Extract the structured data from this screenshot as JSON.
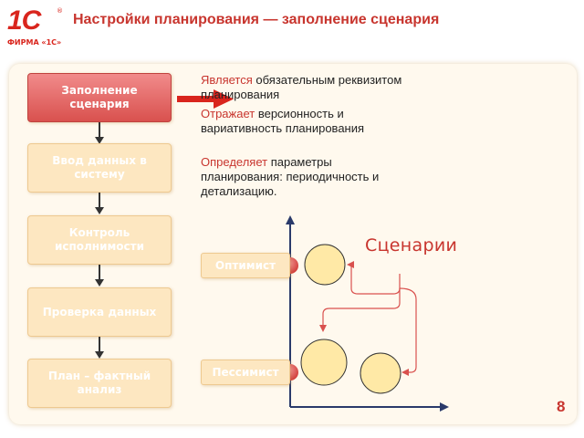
{
  "header": {
    "logo_mark": "1С",
    "logo_registered": "®",
    "logo_caption": "ФИРМА «1С»",
    "title": "Настройки планирования — заполнение сценария"
  },
  "process_steps": [
    {
      "label": "Заполнение сценария",
      "active": true
    },
    {
      "label": "Ввод данных в систему",
      "active": false
    },
    {
      "label": "Контроль исполнимости",
      "active": false
    },
    {
      "label": "Проверка данных",
      "active": false
    },
    {
      "label": "План – фактный анализ",
      "active": false
    }
  ],
  "descriptions": [
    {
      "keyword": "Является",
      "text": " обязательным реквизитом планирования"
    },
    {
      "keyword": "Отражает",
      "text": " версионность и вариативность планирования"
    },
    {
      "keyword": "Определяет",
      "text": " параметры планирования: периодичность и детализацию."
    }
  ],
  "scenario_diagram": {
    "title": "Сценарии",
    "labels": {
      "optimist": "Оптимист",
      "pessimist": "Пессимист"
    }
  },
  "page_number": "8",
  "colors": {
    "accent": "#c8352e",
    "box_fill": "#fde7c1",
    "active_fill": "#d9514e",
    "circle_fill": "#ffe9a6",
    "panel_bg": "#fff9ee"
  }
}
